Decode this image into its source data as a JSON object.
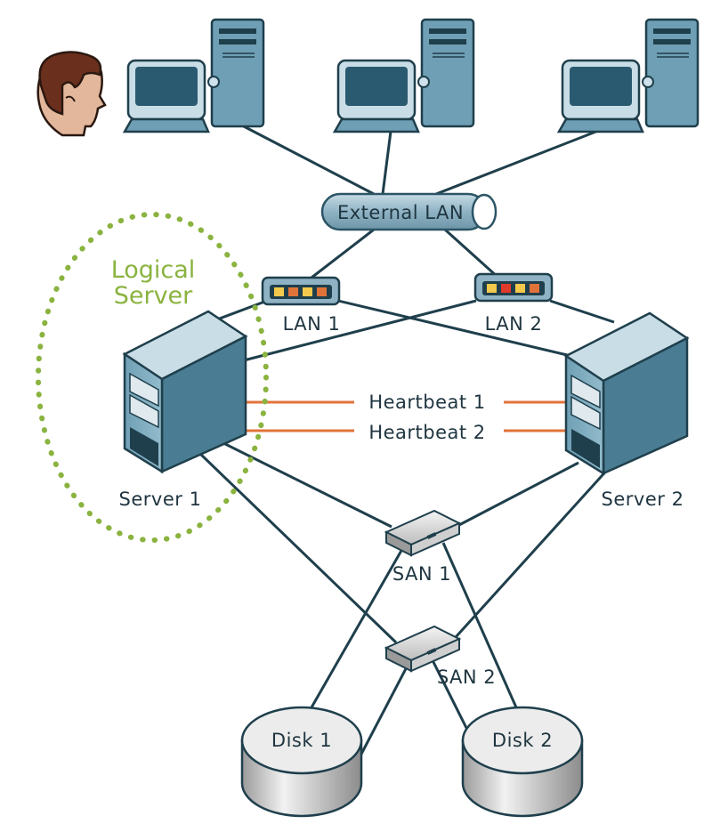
{
  "labels": {
    "external_lan": "External LAN",
    "lan1": "LAN 1",
    "lan2": "LAN 2",
    "logical_server_line1": "Logical",
    "logical_server_line2": "Server",
    "heartbeat1": "Heartbeat 1",
    "heartbeat2": "Heartbeat 2",
    "server1": "Server 1",
    "server2": "Server 2",
    "san1": "SAN 1",
    "san2": "SAN 2",
    "disk1": "Disk 1",
    "disk2": "Disk 2"
  },
  "colors": {
    "link": "#1f3f4c",
    "heartbeat": "#e0733a",
    "logical_outline": "#8ab33f",
    "device_fill": "#6f9fb4",
    "device_dark": "#1e4a5e"
  },
  "icons": [
    "user-icon",
    "workstation-icon",
    "lan-tube-icon",
    "switch-icon",
    "server-icon",
    "san-switch-icon",
    "disk-icon"
  ]
}
